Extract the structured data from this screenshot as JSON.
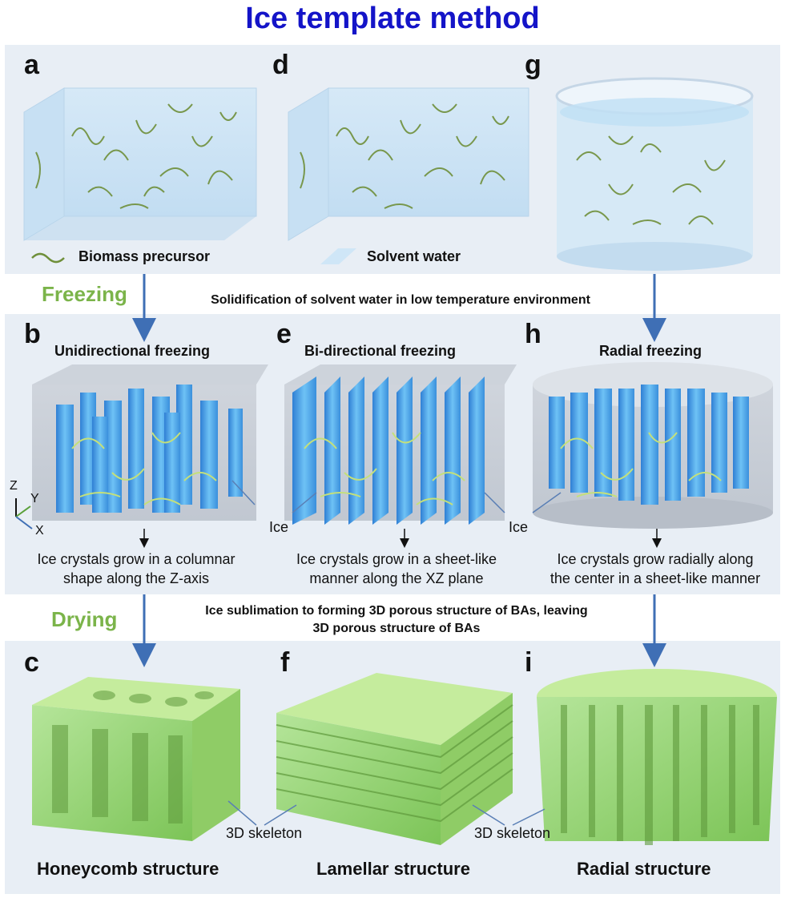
{
  "title": "Ice template method",
  "panels": {
    "a": "a",
    "b": "b",
    "c": "c",
    "d": "d",
    "e": "e",
    "f": "f",
    "g": "g",
    "h": "h",
    "i": "i"
  },
  "legend": {
    "biomass": "Biomass precursor",
    "water": "Solvent water"
  },
  "freezing": {
    "label": "Freezing",
    "note": "Solidification of solvent water in low temperature environment"
  },
  "headers": {
    "b": "Unidirectional freezing",
    "e": "Bi-directional freezing",
    "h": "Radial freezing"
  },
  "axes": {
    "z": "Z",
    "y": "Y",
    "x": "X"
  },
  "ice": {
    "left": "Ice",
    "right": "Ice"
  },
  "captions": {
    "b_line1": "Ice crystals grow in a columnar",
    "b_line2": "shape along the Z-axis",
    "e_line1": "Ice crystals grow in a sheet-like",
    "e_line2": "manner along the XZ plane",
    "h_line1": "Ice crystals grow radially along",
    "h_line2": "the center in a sheet-like manner"
  },
  "drying": {
    "label": "Drying",
    "note_line1": "Ice sublimation to forming 3D porous structure of BAs, leaving",
    "note_line2": "3D porous structure of BAs"
  },
  "skeleton": {
    "left": "3D skeleton",
    "right": "3D skeleton"
  },
  "structures": {
    "c": "Honeycomb structure",
    "f": "Lamellar structure",
    "i": "Radial structure"
  },
  "colors": {
    "title": "#1414c8",
    "step": "#7bb44a",
    "band": "#e8eef5",
    "ice": "#4aa3ea",
    "fiber": "#6f8f3a",
    "skeleton": "#9bd67a",
    "arrow": "#3f6fb5"
  }
}
